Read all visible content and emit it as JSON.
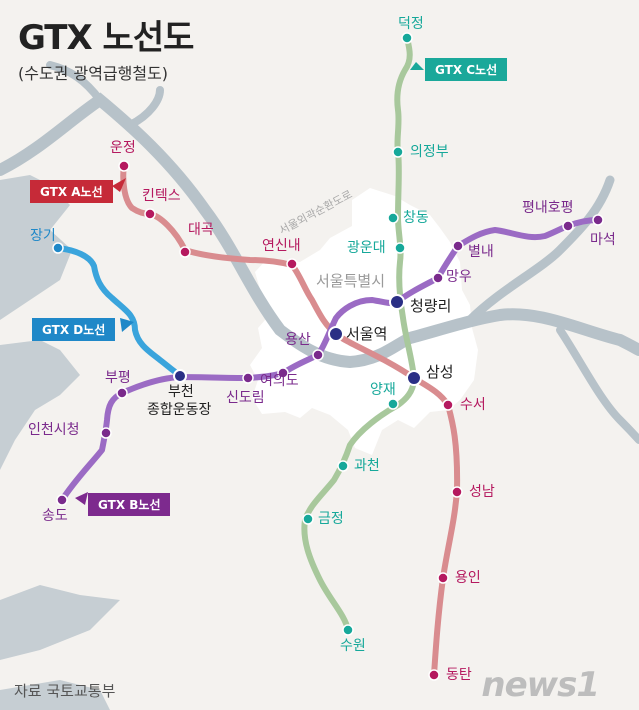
{
  "title": "GTX 노선도",
  "subtitle": "(수도권 광역급행철도)",
  "source": "자료 국토교통부",
  "brand": "news1",
  "region_label": "서울특별시",
  "ring_road_label": "서울외곽순환도로",
  "colors": {
    "line_a": "#d98c8f",
    "line_a_station": "#b5195f",
    "line_b": "#9b6bc4",
    "line_b_station": "#7a2a8c",
    "line_c": "#a8c89c",
    "line_c_station": "#16a89a",
    "line_d": "#3aa4dc",
    "line_d_station": "#1f88c8",
    "transfer": "#2a2f85",
    "river": "#b7c2c9",
    "land_seoul": "#ffffff"
  },
  "lines": {
    "a": {
      "label": "GTX A노선",
      "color": "#c62a38"
    },
    "b": {
      "label": "GTX B노선",
      "color": "#7d2a8e"
    },
    "c": {
      "label": "GTX C노선",
      "color": "#1aa89a"
    },
    "d": {
      "label": "GTX D노선",
      "color": "#1f88c8"
    }
  },
  "stations": {
    "a": [
      "운정",
      "킨텍스",
      "대곡",
      "연신내",
      "서울역",
      "삼성",
      "수서",
      "성남",
      "용인",
      "동탄"
    ],
    "b": [
      "송도",
      "인천시청",
      "부평",
      "부천 종합운동장",
      "신도림",
      "여의도",
      "용산",
      "서울역",
      "청량리",
      "망우",
      "별내",
      "평내호평",
      "마석"
    ],
    "c": [
      "덕정",
      "의정부",
      "창동",
      "광운대",
      "청량리",
      "삼성",
      "양재",
      "과천",
      "금정",
      "수원"
    ],
    "d": [
      "장기",
      "부천 종합운동장"
    ]
  },
  "labels": {
    "deokjeong": "덕정",
    "uijeongbu": "의정부",
    "changdong": "창동",
    "gwangundae": "광운대",
    "cheongnyangni": "청량리",
    "samseong": "삼성",
    "yangjae": "양재",
    "gwacheon": "과천",
    "geumjeong": "금정",
    "suwon": "수원",
    "unjeong": "운정",
    "kintex": "킨텍스",
    "daegok": "대곡",
    "yeonsinnae": "연신내",
    "seoulstation": "서울역",
    "suseo": "수서",
    "seongnam": "성남",
    "yongin": "용인",
    "dongtan": "동탄",
    "songdo": "송도",
    "incheoncityhall": "인천시청",
    "bupyeong": "부평",
    "bucheon1": "부천",
    "bucheon2": "종합운동장",
    "sindorim": "신도림",
    "yeouido": "여의도",
    "yongsan": "용산",
    "mangu": "망우",
    "byeollae": "별내",
    "pyeongnae": "평내호평",
    "maseok": "마석",
    "janggi": "장기"
  }
}
